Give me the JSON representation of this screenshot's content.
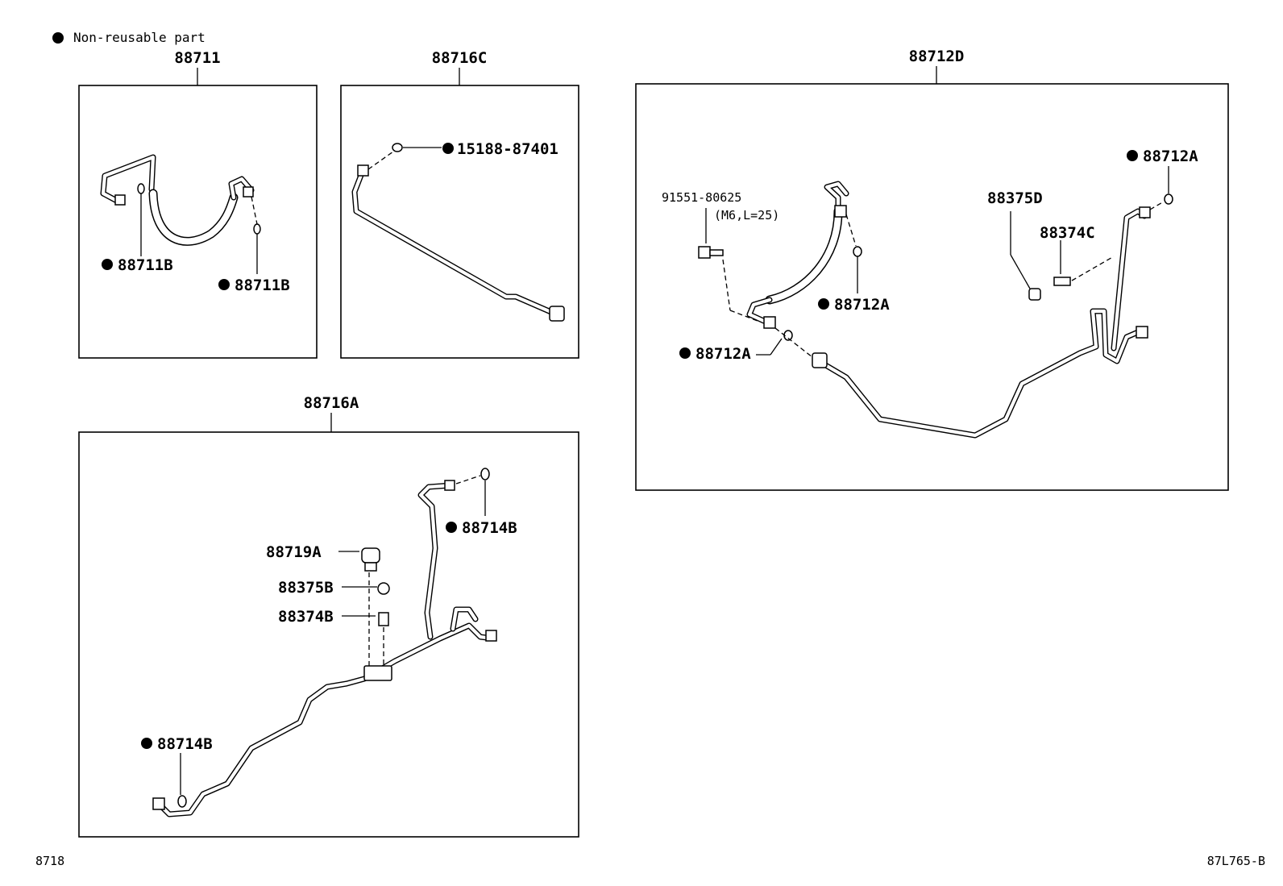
{
  "legend": {
    "text": "Non-reusable part"
  },
  "groups": {
    "g88711": {
      "title": "88711",
      "labels": [
        "88711B",
        "88711B"
      ]
    },
    "g88716C": {
      "title": "88716C",
      "labels": [
        "15188-87401"
      ]
    },
    "g88712D": {
      "title": "88712D",
      "labels": [
        "88712A",
        "88375D",
        "88374C",
        "88712A",
        "88712A",
        "91551-80625",
        "(M6,L=25)"
      ]
    },
    "g88716A": {
      "title": "88716A",
      "labels": [
        "88714B",
        "88719A",
        "88375B",
        "88374B",
        "88714B"
      ]
    }
  },
  "footer": {
    "left": "8718",
    "right": "87L765-B"
  },
  "colors": {
    "ink": "#000000",
    "paper": "#ffffff"
  }
}
